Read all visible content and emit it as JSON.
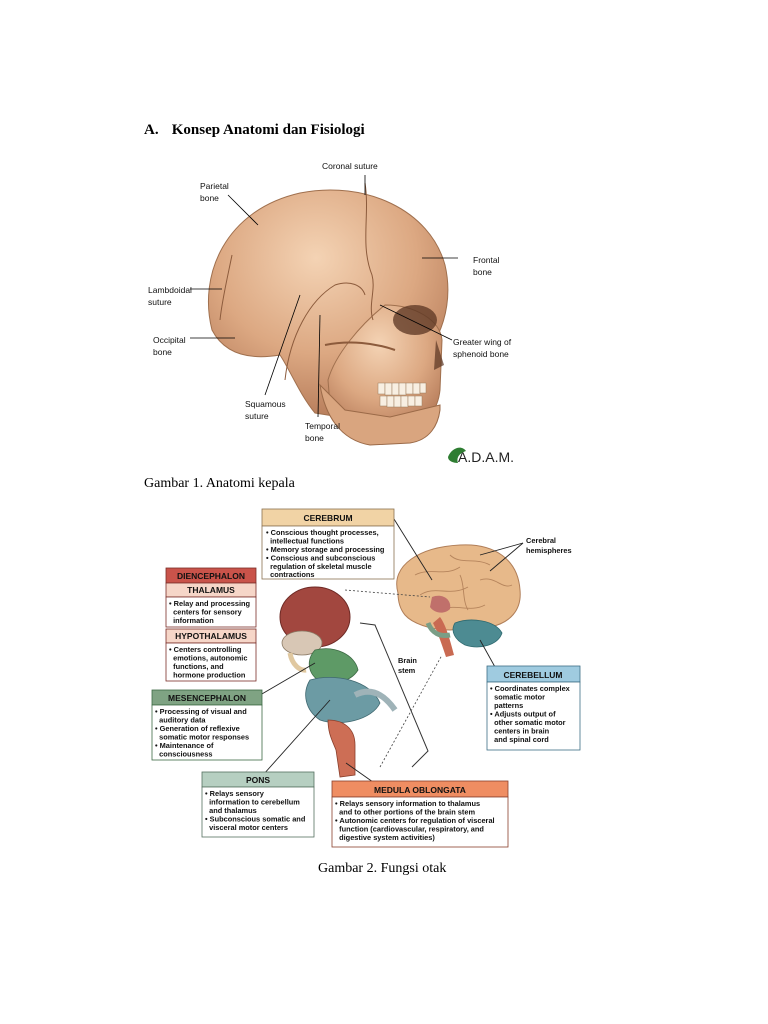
{
  "section": {
    "number": "A.",
    "title": "Konsep Anatomi dan Fisiologi"
  },
  "figure1": {
    "labels": {
      "coronal": "Coronal suture",
      "parietal_1": "Parietal",
      "parietal_2": "bone",
      "frontal_1": "Frontal",
      "frontal_2": "bone",
      "lambdoidal_1": "Lambdoidal",
      "lambdoidal_2": "suture",
      "occipital_1": "Occipital",
      "occipital_2": "bone",
      "sphenoid_1": "Greater wing of",
      "sphenoid_2": "sphenoid bone",
      "squamous_1": "Squamous",
      "squamous_2": "suture",
      "temporal_1": "Temporal",
      "temporal_2": "bone"
    },
    "logo": "A.D.A.M.",
    "caption": "Gambar 1. Anatomi kepala"
  },
  "figure2": {
    "cerebrum": {
      "title": "CEREBRUM",
      "lines": [
        "• Conscious thought processes,",
        "  intellectual functions",
        "• Memory storage and processing",
        "• Conscious and subconscious",
        "  regulation of skeletal muscle",
        "  contractions"
      ]
    },
    "diencephalon": {
      "title": "DIENCEPHALON"
    },
    "thalamus": {
      "title": "THALAMUS",
      "lines": [
        "• Relay and processing",
        "  centers for sensory",
        "  information"
      ]
    },
    "hypothalamus": {
      "title": "HYPOTHALAMUS",
      "lines": [
        "• Centers controlling",
        "  emotions, autonomic",
        "  functions, and",
        "  hormone production"
      ]
    },
    "mesencephalon": {
      "title": "MESENCEPHALON",
      "lines": [
        "• Processing of visual and",
        "  auditory data",
        "• Generation of reflexive",
        "  somatic motor responses",
        "• Maintenance of",
        "  consciousness"
      ]
    },
    "pons": {
      "title": "PONS",
      "lines": [
        "• Relays sensory",
        "  information to cerebellum",
        "  and thalamus",
        "• Subconscious somatic and",
        "  visceral motor centers"
      ]
    },
    "medulla": {
      "title": "MEDULA OBLONGATA",
      "lines": [
        "• Relays sensory information to thalamus",
        "  and to other portions of the brain stem",
        "• Autonomic centers for regulation of visceral",
        "  function (cardiovascular, respiratory, and",
        "  digestive system activities)"
      ]
    },
    "cerebellum": {
      "title": "CEREBELLUM",
      "lines": [
        "• Coordinates complex",
        "  somatic motor",
        "  patterns",
        "• Adjusts output of",
        "  other somatic motor",
        "  centers in brain",
        "  and spinal cord"
      ]
    },
    "hemispheres": {
      "line1": "Cerebral",
      "line2": "hemispheres"
    },
    "brainstem": {
      "line1": "Brain",
      "line2": "stem"
    },
    "caption": "Gambar 2. Fungsi otak"
  },
  "colors": {
    "bone": "#e0b48f",
    "cerebrum_box": "#f1d3a5",
    "diencephalon_box": "#c9534a",
    "subhead_box": "#f6d6c8",
    "mesencephalon_box": "#7fa383",
    "pons_box": "#b6cfc1",
    "medulla_box": "#ef8d62",
    "cerebellum_box": "#9fcbe0"
  }
}
